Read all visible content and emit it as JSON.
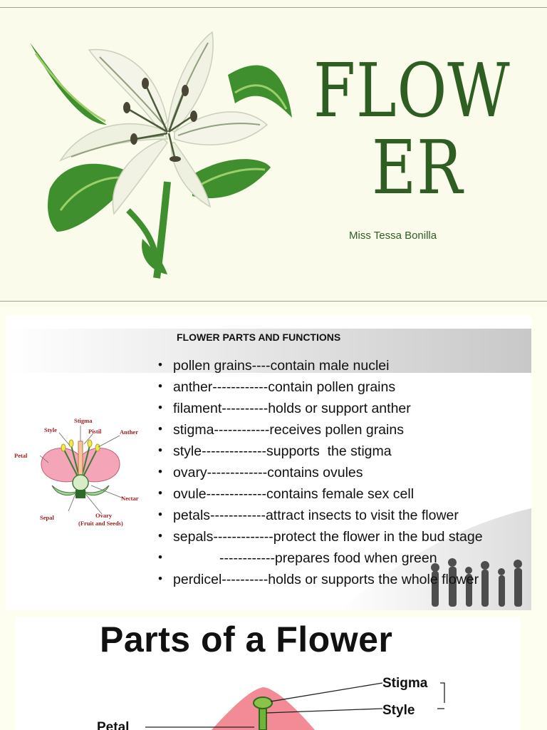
{
  "title_slide": {
    "title_line1": "FLOW",
    "title_line2": "ER",
    "author": "Miss Tessa Bonilla",
    "colors": {
      "title": "#2e5e22",
      "background": "#fbfbec"
    },
    "illustration": "white-lily-illustration"
  },
  "parts_slide": {
    "title": "FLOWER PARTS AND FUNCTIONS",
    "items": [
      "pollen grains----contain male nuclei",
      "anther------------contain pollen grains",
      "filament----------holds or support anther",
      "stigma------------receives pollen grains",
      "style--------------supports  the stigma",
      "ovary-------------contains ovules",
      "ovule-------------contains female sex cell",
      "petals------------attract insects to visit the flower",
      "sepals-------------protect the flower in the bud stage",
      "            ------------prepares food when green",
      "perdicel----------holds or supports the whole flower"
    ],
    "diagram_labels": {
      "stigma": "Stigma",
      "style": "Style",
      "pistil": "Pistil",
      "anther": "Anther",
      "petal": "Petal",
      "nectar": "Nectar",
      "sepal": "Sepal",
      "ovary_line1": "Ovary",
      "ovary_line2": "(Fruit and Seeds)"
    }
  },
  "diagram_slide": {
    "title": "Parts of a Flower",
    "labels": {
      "stigma": "Stigma",
      "style": "Style",
      "petal": "Petal"
    }
  }
}
